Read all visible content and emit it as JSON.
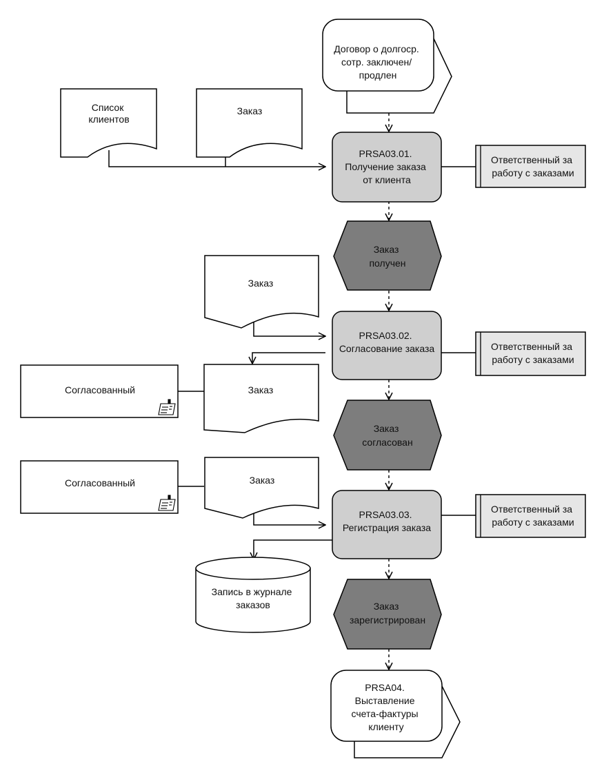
{
  "colors": {
    "function_fill": "#cfcfcf",
    "event_fill": "#7d7d7d",
    "role_fill": "#e6e6e6",
    "document_fill": "#ffffff",
    "line": "#000000"
  },
  "icons": {
    "document_store_marker": "clipboard-icon"
  },
  "nodes": {
    "process_start": {
      "lines": [
        "Договор о долгоср.",
        "сотр. заключен/",
        "продлен"
      ]
    },
    "doc_client_list": {
      "lines": [
        "Список",
        "клиентов"
      ]
    },
    "doc_order_1": {
      "lines": [
        "Заказ"
      ]
    },
    "func_1": {
      "lines": [
        "PRSA03.01.",
        "Получение заказа",
        "от клиента"
      ]
    },
    "role_1": {
      "lines": [
        "Ответственный за",
        "работу с заказами"
      ]
    },
    "event_1": {
      "lines": [
        "Заказ",
        "получен"
      ]
    },
    "doc_order_2": {
      "lines": [
        "Заказ"
      ]
    },
    "func_2": {
      "lines": [
        "PRSA03.02.",
        "Согласование заказа"
      ]
    },
    "role_2": {
      "lines": [
        "Ответственный за",
        "работу с заказами"
      ]
    },
    "store_1": {
      "lines": [
        "Согласованный"
      ]
    },
    "doc_order_3": {
      "lines": [
        "Заказ"
      ]
    },
    "event_2": {
      "lines": [
        "Заказ",
        "согласован"
      ]
    },
    "store_2": {
      "lines": [
        "Согласованный"
      ]
    },
    "doc_order_4": {
      "lines": [
        "Заказ"
      ]
    },
    "func_3": {
      "lines": [
        "PRSA03.03.",
        "Регистрация заказа"
      ]
    },
    "role_3": {
      "lines": [
        "Ответственный за",
        "работу с заказами"
      ]
    },
    "db_journal": {
      "lines": [
        "Запись в журнале",
        "заказов"
      ]
    },
    "event_3": {
      "lines": [
        "Заказ",
        "зарегистрирован"
      ]
    },
    "process_end": {
      "lines": [
        "PRSA04.",
        "Выставление",
        "счета-фактуры",
        "клиенту"
      ]
    }
  }
}
